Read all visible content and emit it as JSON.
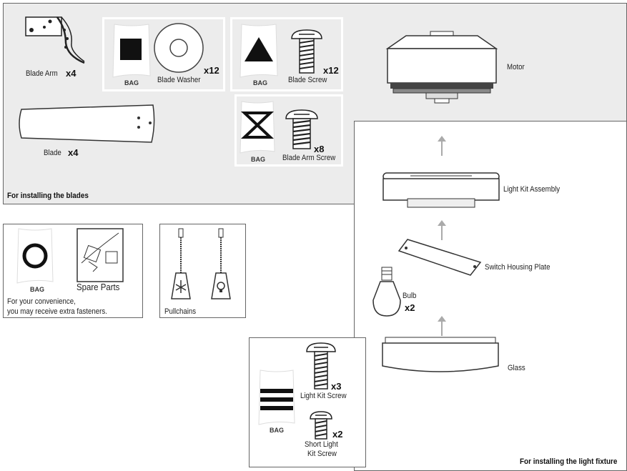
{
  "blades_panel": {
    "caption": "For installing the blades",
    "blade_arm": {
      "label": "Blade Arm",
      "qty": "x4"
    },
    "blade": {
      "label": "Blade",
      "qty": "x4"
    },
    "blade_washer": {
      "bag": "BAG",
      "label": "Blade Washer",
      "qty": "x12"
    },
    "blade_screw": {
      "bag": "BAG",
      "label": "Blade Screw",
      "qty": "x12"
    },
    "blade_arm_screw": {
      "bag": "BAG",
      "label": "Blade Arm Screw",
      "qty": "x8"
    }
  },
  "spare_panel": {
    "bag": "BAG",
    "spare_label": "Spare Parts",
    "note_line1": "For your convenience,",
    "note_line2": "you may receive extra fasteners."
  },
  "pullchains_panel": {
    "label": "Pullchains"
  },
  "light_screws_panel": {
    "bag": "BAG",
    "light_kit_screw": {
      "label": "Light Kit Screw",
      "qty": "x3"
    },
    "short_screw": {
      "label_line1": "Short Light",
      "label_line2": "Kit Screw",
      "qty": "x2"
    }
  },
  "light_panel": {
    "caption": "For installing the light fixture",
    "motor": "Motor",
    "light_kit_assembly": "Light Kit Assembly",
    "switch_housing_plate": "Switch Housing Plate",
    "bulb": {
      "label": "Bulb",
      "qty": "x2"
    },
    "glass": "Glass"
  },
  "colors": {
    "panel_gray": "#ececec",
    "border": "#555555"
  }
}
